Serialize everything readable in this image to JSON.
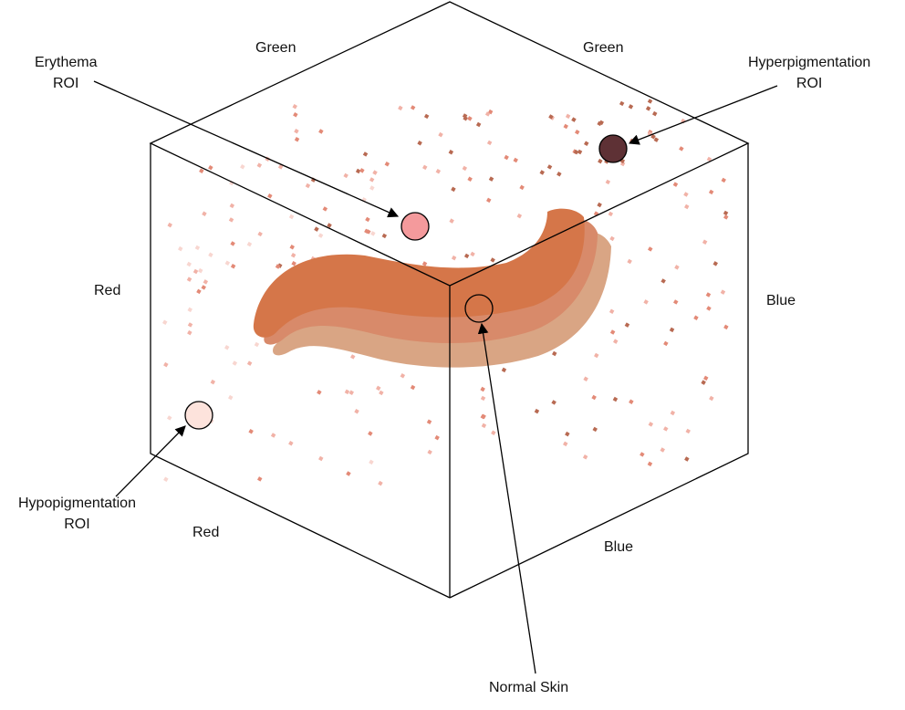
{
  "axes": {
    "green_left": "Green",
    "green_right": "Green",
    "red_left": "Red",
    "red_bottom": "Red",
    "blue_right": "Blue",
    "blue_bottom": "Blue"
  },
  "rois": {
    "erythema": {
      "line1": "Erythema",
      "line2": "ROI",
      "color": "#f49a9c"
    },
    "hyperpigmentation": {
      "line1": "Hyperpigmentation",
      "line2": "ROI",
      "color": "#5e3135"
    },
    "hypopigmentation": {
      "line1": "Hypopigmentation",
      "line2": "ROI",
      "color": "#fde3dc"
    },
    "normal_skin": {
      "line1": "Normal Skin",
      "color": "#cf7a55"
    }
  },
  "colors": {
    "band_dark": "#d57649",
    "band_mid": "#d88a6a",
    "band_light": "#d9a584",
    "dot_dark": "#b86a52",
    "dot_mid": "#e38a77",
    "dot_light": "#f1b2a7",
    "dot_faint": "#f8d6d0"
  }
}
